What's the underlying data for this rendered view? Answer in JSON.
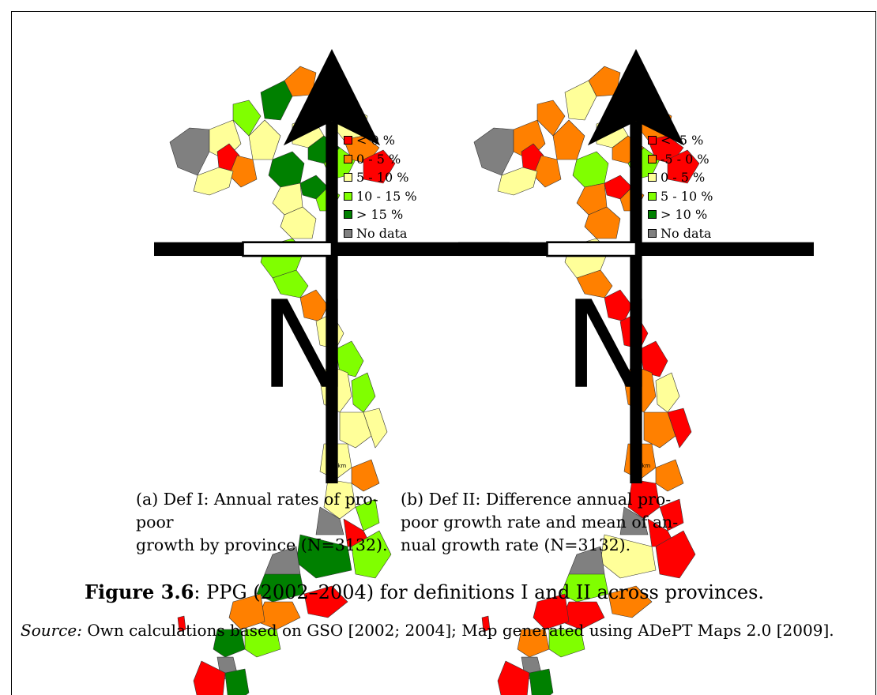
{
  "figure": {
    "label": "Figure 3.6",
    "title": "PPG (2002–2004) for definitions I and II across provinces.",
    "source_label": "Source:",
    "source_text": "Own calculations based on GSO [2002; 2004]; Map generated using ADePT Maps 2.0 [2009]."
  },
  "maps": [
    {
      "id": "a",
      "north_label": "N",
      "scale_label": "300km",
      "caption_line1": "(a) Def I: Annual rates of pro-poor",
      "caption_line2": "growth by province (N=3132).",
      "legend": [
        {
          "label": "< 0 %",
          "color": "#ff0000"
        },
        {
          "label": "0 - 5 %",
          "color": "#ff8000"
        },
        {
          "label": "5 - 10 %",
          "color": "#ffff99"
        },
        {
          "label": "10 - 15 %",
          "color": "#80ff00"
        },
        {
          "label": "> 15 %",
          "color": "#008000"
        },
        {
          "label": "No data",
          "color": "#808080"
        }
      ]
    },
    {
      "id": "b",
      "north_label": "N",
      "scale_label": "300km",
      "caption_line1": "(b) Def II: Difference annual pro-",
      "caption_line2": "poor growth rate and mean of an-",
      "caption_line3": "nual growth rate (N=3132).",
      "legend": [
        {
          "label": "< -5 %",
          "color": "#ff0000"
        },
        {
          "label": "-5 - 0 %",
          "color": "#ff8000"
        },
        {
          "label": "0 - 5 %",
          "color": "#ffff99"
        },
        {
          "label": "5 - 10 %",
          "color": "#80ff00"
        },
        {
          "label": "> 10 %",
          "color": "#008000"
        },
        {
          "label": "No data",
          "color": "#808080"
        }
      ]
    }
  ]
}
